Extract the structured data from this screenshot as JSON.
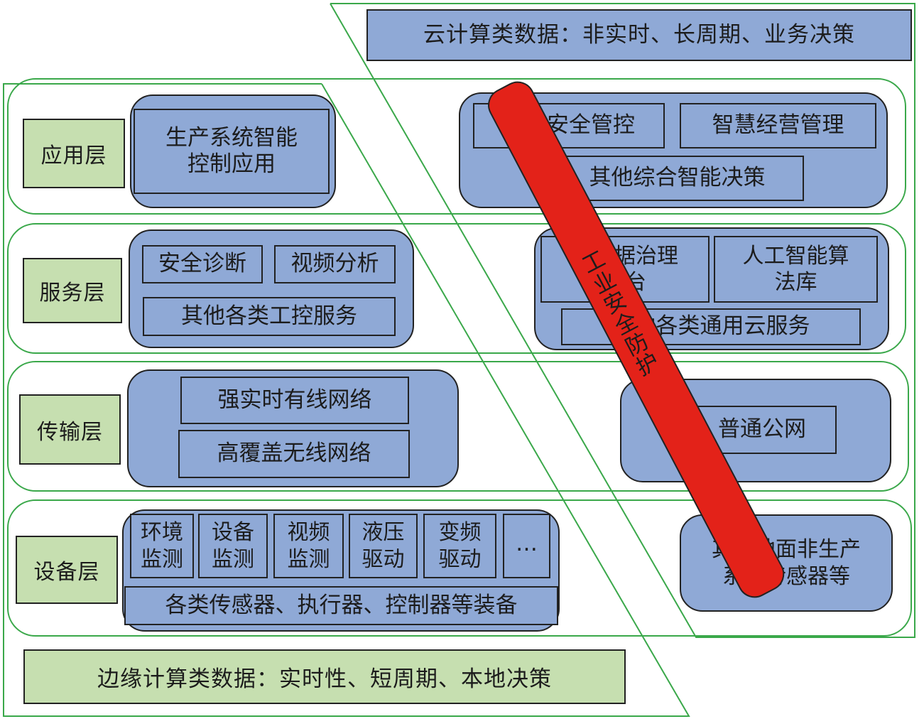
{
  "cloud_banner": "云计算类数据：非实时、长周期、业务决策",
  "edge_banner": "边缘计算类数据：实时性、短周期、本地决策",
  "security_band": "工业安全防护",
  "layers": {
    "application": {
      "label": "应用层",
      "edge_line1": "生产系统智能",
      "edge_line2": "控制应用",
      "cloud": [
        "智能安全管控",
        "智慧经营管理",
        "其他综合智能决策"
      ]
    },
    "service": {
      "label": "服务层",
      "edge": [
        "安全诊断",
        "视频分析",
        "其他各类工控服务"
      ],
      "cloud_a_line1": "大数据治理",
      "cloud_a_line2": "平台",
      "cloud_b_line1": "人工智能算",
      "cloud_b_line2": "法库",
      "cloud_c": "其他各类通用云服务"
    },
    "transport": {
      "label": "传输层",
      "edge": [
        "强实时有线网络",
        "高覆盖无线网络"
      ],
      "cloud": "普通公网"
    },
    "device": {
      "label": "设备层",
      "edge_items": [
        {
          "l1": "环境",
          "l2": "监测"
        },
        {
          "l1": "设备",
          "l2": "监测"
        },
        {
          "l1": "视频",
          "l2": "监测"
        },
        {
          "l1": "液压",
          "l2": "驱动"
        },
        {
          "l1": "变频",
          "l2": "驱动"
        }
      ],
      "edge_more": "…",
      "edge_bottom": "各类传感器、执行器、控制器等装备",
      "cloud_line1": "其他地面非生产",
      "cloud_line2": "系统传感器等"
    }
  },
  "colors": {
    "layer_label": "#c6dfb0",
    "panel": "#8fa9d6",
    "lane_border": "#3aa84a",
    "security": "#e32219"
  }
}
